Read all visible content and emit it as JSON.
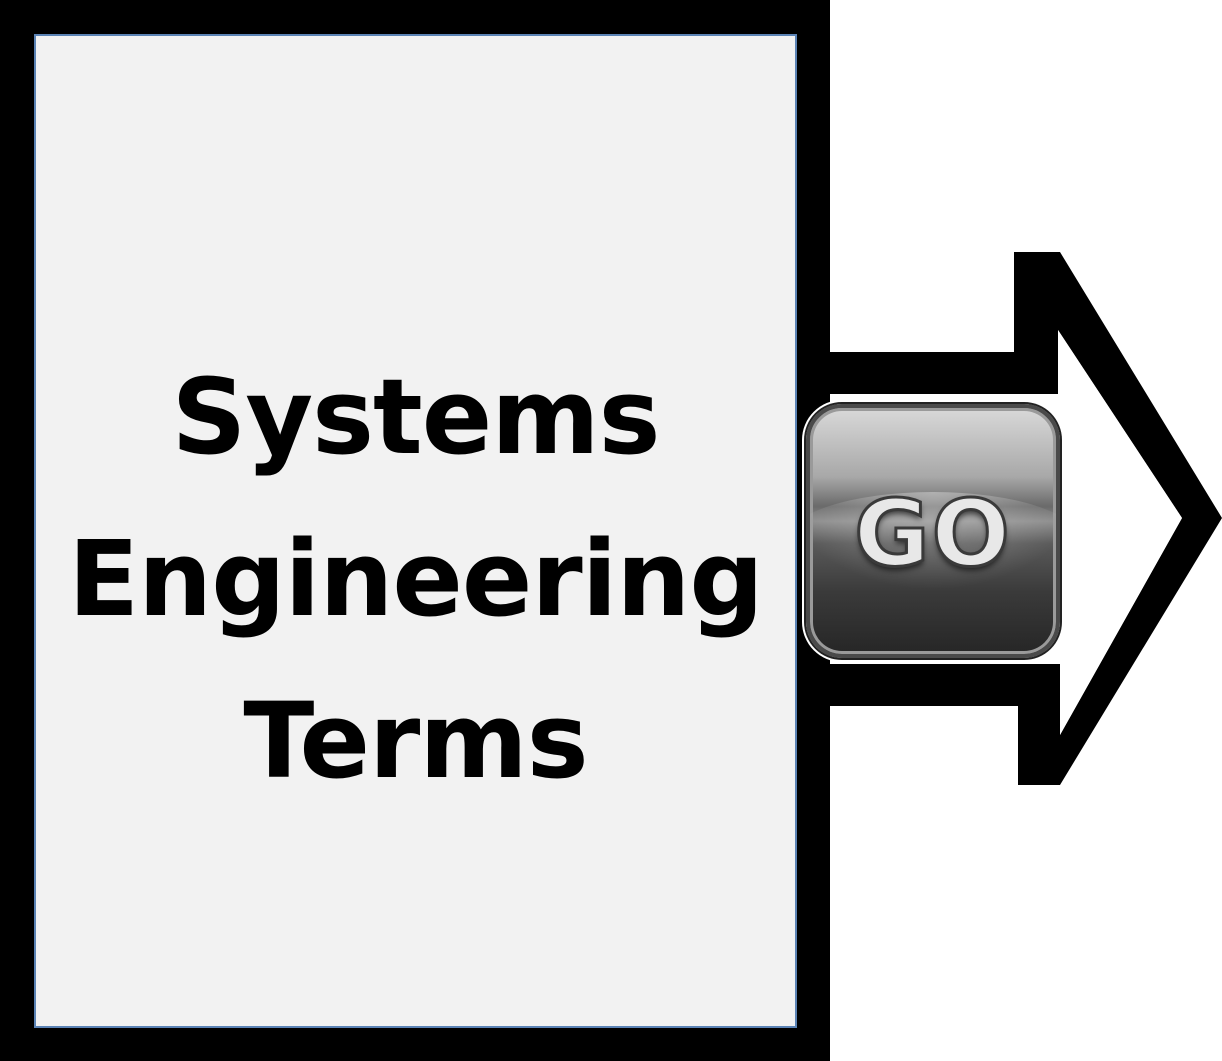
{
  "diagram": {
    "title_lines": [
      "Systems",
      "Engineering",
      "Terms"
    ],
    "go_button_label": "GO"
  },
  "colors": {
    "frame": "#000000",
    "page_fill": "#f2f2f2",
    "page_border": "#5b83b5",
    "arrow": "#000000"
  },
  "icons": {
    "arrow": "right-arrow-icon",
    "button": "go-button-icon"
  }
}
